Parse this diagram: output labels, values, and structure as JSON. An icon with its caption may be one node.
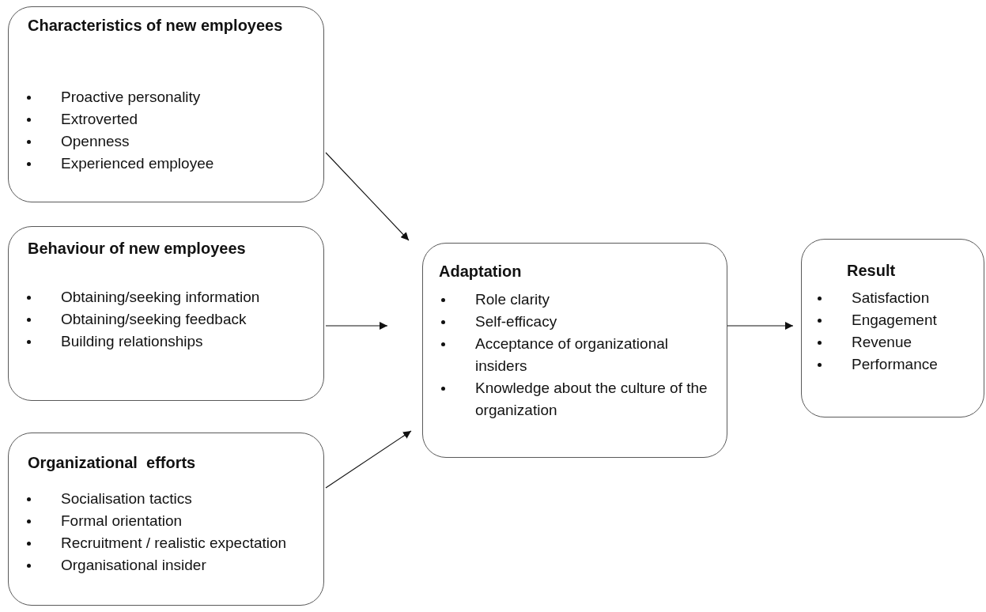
{
  "diagram": {
    "nodes": [
      {
        "text": [
          "Characteristics of new employees",
          "Proactive personality",
          "Extroverted",
          "Openness",
          "Experienced employee"
        ]
      },
      {
        "text": [
          "Behaviour of new employees",
          "Obtaining/seeking information",
          "Obtaining/seeking feedback",
          "Building relationships"
        ]
      },
      {
        "text": [
          "Organizational  efforts",
          "Socialisation tactics",
          "Formal orientation",
          "Recruitment / realistic expectation",
          "Organisational insider"
        ]
      },
      {
        "text": [
          "Adaptation",
          "Role clarity",
          "Self-efficacy",
          "Acceptance of organizational insiders",
          "Knowledge about the culture of the organization"
        ]
      },
      {
        "text": [
          "Result",
          "Satisfaction",
          "Engagement",
          "Revenue",
          "Performance"
        ]
      }
    ],
    "edges": [
      {
        "from": 0,
        "to": 3,
        "arrow": "to"
      },
      {
        "from": 1,
        "to": 3,
        "arrow": "to"
      },
      {
        "from": 2,
        "to": 3,
        "arrow": "to"
      },
      {
        "from": 3,
        "to": 4,
        "arrow": "to"
      }
    ]
  }
}
